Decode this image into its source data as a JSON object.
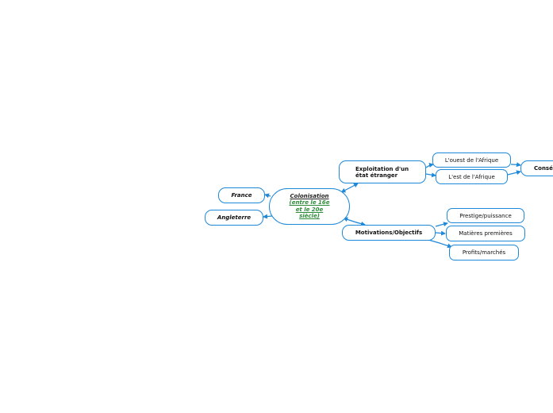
{
  "mindmap": {
    "central": {
      "title": "Colonisation",
      "subtitle": "(entre le 16e\net le 20e\nsiècle)"
    },
    "left": [
      {
        "label": "France"
      },
      {
        "label": "Angleterre"
      }
    ],
    "exploitation": {
      "label": "Exploitation d'un état étranger",
      "children": [
        {
          "label": "L'ouest de l'Afrique"
        },
        {
          "label": "L'est de l'Afrique"
        }
      ],
      "consequence": {
        "label": "Consé"
      }
    },
    "motivations": {
      "label": "Motivations/Objectifs",
      "children": [
        {
          "label": "Prestige/puissance"
        },
        {
          "label": "Matières premières"
        },
        {
          "label": "Profits/marchés"
        }
      ]
    }
  },
  "colors": {
    "line": "#1e88d9",
    "subtitle": "#2e8b3a"
  }
}
